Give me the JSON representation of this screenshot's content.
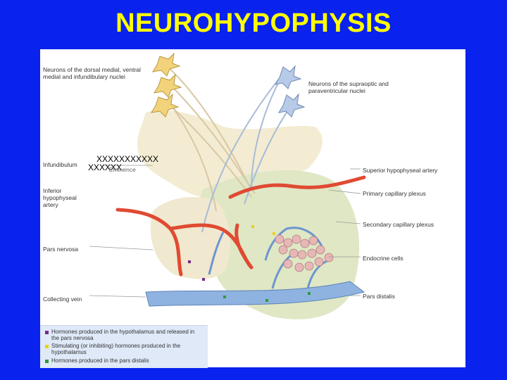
{
  "title": "NEUROHYPOPHYSIS",
  "labels_left": {
    "neurons_dorsal": "Neurons of the dorsal medial, ventral medial and infundibulary nuclei",
    "infundibulum": "Infundibulum",
    "inferior_artery": "Inferior hypophyseal artery",
    "pars_nervosa": "Pars nervosa",
    "collecting_vein": "Collecting vein"
  },
  "labels_right": {
    "neurons_supraoptic": "Neurons of the supraoptic and paraventricular nuclei",
    "superior_artery": "Superior hypophyseal artery",
    "primary_plexus": "Primary capillary plexus",
    "secondary_plexus": "Secondary capillary plexus",
    "endocrine_cells": "Endocrine cells",
    "pars_distalis": "Pars distalis"
  },
  "overlay": {
    "line1": "XXXXXXXXXXX",
    "line2": "XXXXXX",
    "hidden": "Eminence"
  },
  "legend": [
    {
      "text": "Hormones produced in the hypothalamus and released in the pars nervosa",
      "color": "#7a2a8a"
    },
    {
      "text": "Stimulating (or inhibiting) hormones produced in the hypothalamus",
      "color": "#e6d21e"
    },
    {
      "text": "Hormones produced in the pars distalis",
      "color": "#2e9a3a"
    }
  ],
  "colors": {
    "background": "#0a22ee",
    "title": "#ffff00",
    "neuron_yellow": "#f2d9a0",
    "neuron_blue": "#a9c4e6",
    "artery": "#e0503a",
    "vein": "#8fb3e0",
    "tissue": "#dfe7c5"
  }
}
